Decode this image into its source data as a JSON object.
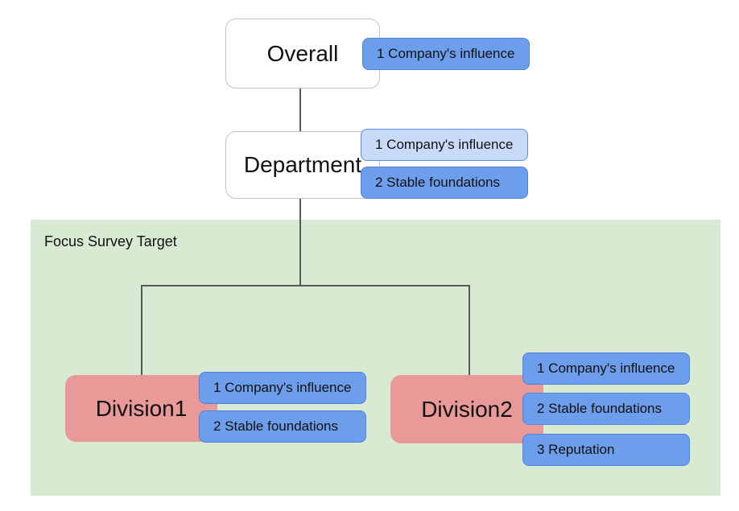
{
  "diagram": {
    "type": "org-tree",
    "region": {
      "label": "Focus Survey Target",
      "color": "#d9ead3"
    },
    "nodes": [
      {
        "id": "overall",
        "label": "Overall",
        "style": "white",
        "badges": [
          {
            "text": "1 Company's influence",
            "variant": "blue"
          }
        ]
      },
      {
        "id": "department",
        "label": "Department",
        "style": "white",
        "badges": [
          {
            "text": "1 Company's influence",
            "variant": "light-blue"
          },
          {
            "text": "2 Stable foundations",
            "variant": "blue"
          }
        ]
      },
      {
        "id": "division1",
        "label": "Division1",
        "style": "pink",
        "in_region": true,
        "badges": [
          {
            "text": "1 Company's influence",
            "variant": "blue"
          },
          {
            "text": "2 Stable foundations",
            "variant": "blue"
          }
        ]
      },
      {
        "id": "division2",
        "label": "Division2",
        "style": "pink",
        "in_region": true,
        "badges": [
          {
            "text": "1 Company's influence",
            "variant": "blue"
          },
          {
            "text": "2 Stable foundations",
            "variant": "blue"
          },
          {
            "text": "3 Reputation",
            "variant": "blue"
          }
        ]
      }
    ],
    "edges": [
      {
        "from": "overall",
        "to": "department"
      },
      {
        "from": "department",
        "to": "division1"
      },
      {
        "from": "department",
        "to": "division2"
      }
    ]
  },
  "colors": {
    "badge_blue": "#6d9eeb",
    "badge_blue_border": "#4f84dd",
    "badge_light_blue": "#c9daf8",
    "badge_light_blue_border": "#5b8ee4",
    "node_pink": "#ea9999",
    "node_white": "#ffffff",
    "node_border_gray": "#c4c4c4",
    "region_green": "#d9ead3",
    "connector_gray": "#595959",
    "text_dark": "#111111"
  }
}
